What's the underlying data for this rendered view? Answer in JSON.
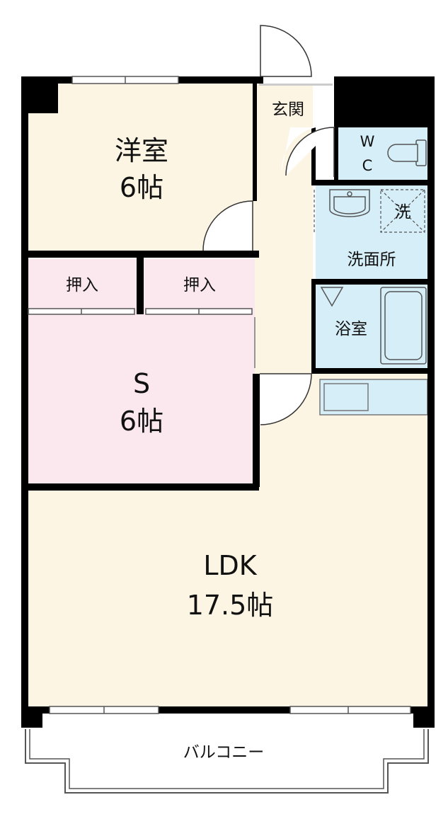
{
  "rooms": {
    "western": {
      "name": "洋室",
      "size": "6帖"
    },
    "service": {
      "name": "S",
      "size": "6帖"
    },
    "ldk": {
      "name": "LDK",
      "size": "17.5帖"
    },
    "closet_left": "押入",
    "closet_right": "押入",
    "entrance": "玄関",
    "wc_w": "W",
    "wc_c": "C",
    "washroom": "洗面所",
    "washer": "洗",
    "bath": "浴室",
    "balcony": "バルコニー"
  },
  "colors": {
    "wall": "#000000",
    "wood_floor": "#fdf5e3",
    "service_room": "#fbe8ef",
    "wet_area": "#d5eef8",
    "balcony": "#ffffff"
  }
}
